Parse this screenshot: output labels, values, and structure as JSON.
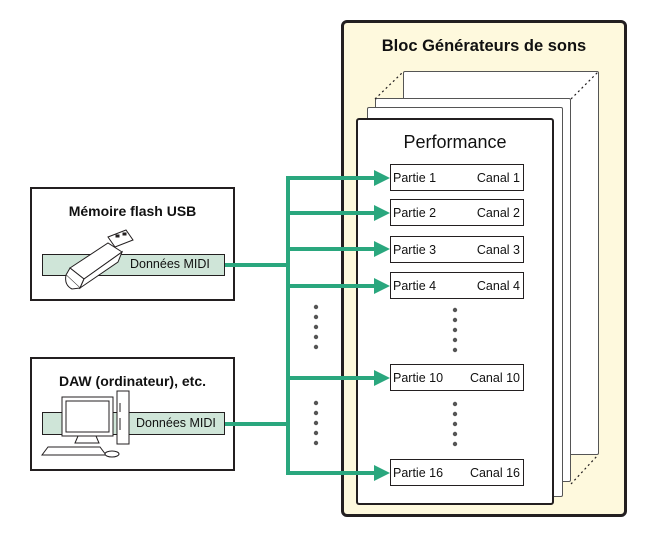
{
  "generator_block": {
    "title": "Bloc Générateurs de sons",
    "performance": {
      "title": "Performance",
      "parts": [
        {
          "part": "Partie 1",
          "channel": "Canal 1"
        },
        {
          "part": "Partie 2",
          "channel": "Canal 2"
        },
        {
          "part": "Partie 3",
          "channel": "Canal 3"
        },
        {
          "part": "Partie 4",
          "channel": "Canal 4"
        },
        {
          "part": "Partie 10",
          "channel": "Canal 10"
        },
        {
          "part": "Partie 16",
          "channel": "Canal 16"
        }
      ]
    }
  },
  "sources": [
    {
      "title": "Mémoire flash USB",
      "data_label": "Données MIDI",
      "icon": "usb-flash-drive-icon"
    },
    {
      "title": "DAW (ordinateur), etc.",
      "data_label": "Données MIDI",
      "icon": "desktop-computer-icon"
    }
  ],
  "colors": {
    "arrow": "#2aa77e",
    "midi_band": "#cfe5d8",
    "block_bg": "#fef9dd",
    "outline": "#231f20"
  }
}
